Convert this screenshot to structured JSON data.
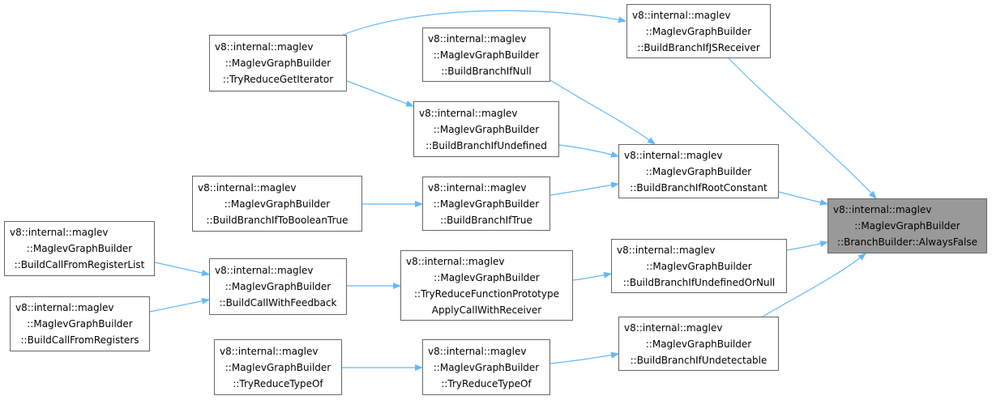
{
  "colors": {
    "edge": "#63b8ff",
    "node_border": "#666666",
    "node_fill": "#ffffff",
    "root_fill": "#999999"
  },
  "nodes": [
    {
      "id": "always_false",
      "lines": [
        "v8::internal::maglev",
        "::MaglevGraphBuilder",
        "::BranchBuilder::AlwaysFalse"
      ],
      "root": true
    },
    {
      "id": "if_js_receiver",
      "lines": [
        "v8::internal::maglev",
        "::MaglevGraphBuilder",
        "::BuildBranchIfJSReceiver"
      ]
    },
    {
      "id": "if_root_constant",
      "lines": [
        "v8::internal::maglev",
        "::MaglevGraphBuilder",
        "::BuildBranchIfRootConstant"
      ]
    },
    {
      "id": "if_undefined_or_null",
      "lines": [
        "v8::internal::maglev",
        "::MaglevGraphBuilder",
        "::BuildBranchIfUndefinedOrNull"
      ]
    },
    {
      "id": "if_undetectable",
      "lines": [
        "v8::internal::maglev",
        "::MaglevGraphBuilder",
        "::BuildBranchIfUndetectable"
      ]
    },
    {
      "id": "try_reduce_get_iterator",
      "lines": [
        "v8::internal::maglev",
        "::MaglevGraphBuilder",
        "::TryReduceGetIterator"
      ]
    },
    {
      "id": "if_null",
      "lines": [
        "v8::internal::maglev",
        "::MaglevGraphBuilder",
        "::BuildBranchIfNull"
      ]
    },
    {
      "id": "if_undefined",
      "lines": [
        "v8::internal::maglev",
        "::MaglevGraphBuilder",
        "::BuildBranchIfUndefined"
      ]
    },
    {
      "id": "if_true",
      "lines": [
        "v8::internal::maglev",
        "::MaglevGraphBuilder",
        "::BuildBranchIfTrue"
      ]
    },
    {
      "id": "if_to_boolean_true",
      "lines": [
        "v8::internal::maglev",
        "::MaglevGraphBuilder",
        "::BuildBranchIfToBooleanTrue"
      ]
    },
    {
      "id": "try_reduce_function_prototype",
      "lines": [
        "v8::internal::maglev",
        "::MaglevGraphBuilder",
        "::TryReduceFunctionPrototype",
        "ApplyCallWithReceiver"
      ]
    },
    {
      "id": "build_call_with_feedback",
      "lines": [
        "v8::internal::maglev",
        "::MaglevGraphBuilder",
        "::BuildCallWithFeedback"
      ]
    },
    {
      "id": "build_call_from_register_list",
      "lines": [
        "v8::internal::maglev",
        "::MaglevGraphBuilder",
        "::BuildCallFromRegisterList"
      ]
    },
    {
      "id": "build_call_from_registers",
      "lines": [
        "v8::internal::maglev",
        "::MaglevGraphBuilder",
        "::BuildCallFromRegisters"
      ]
    },
    {
      "id": "try_reduce_type_of_mid",
      "lines": [
        "v8::internal::maglev",
        "::MaglevGraphBuilder",
        "::TryReduceTypeOf"
      ]
    },
    {
      "id": "try_reduce_type_of_left",
      "lines": [
        "v8::internal::maglev",
        "::MaglevGraphBuilder",
        "::TryReduceTypeOf"
      ]
    }
  ],
  "edges": [
    {
      "from": "try_reduce_get_iterator",
      "to": "if_js_receiver"
    },
    {
      "from": "try_reduce_get_iterator",
      "to": "if_undefined"
    },
    {
      "from": "if_js_receiver",
      "to": "always_false"
    },
    {
      "from": "if_null",
      "to": "if_root_constant"
    },
    {
      "from": "if_undefined",
      "to": "if_root_constant"
    },
    {
      "from": "if_true",
      "to": "if_root_constant"
    },
    {
      "from": "if_root_constant",
      "to": "always_false"
    },
    {
      "from": "if_to_boolean_true",
      "to": "if_true"
    },
    {
      "from": "if_undefined_or_null",
      "to": "always_false"
    },
    {
      "from": "try_reduce_function_prototype",
      "to": "if_undefined_or_null"
    },
    {
      "from": "build_call_with_feedback",
      "to": "try_reduce_function_prototype"
    },
    {
      "from": "build_call_from_register_list",
      "to": "build_call_with_feedback"
    },
    {
      "from": "build_call_from_registers",
      "to": "build_call_with_feedback"
    },
    {
      "from": "if_undetectable",
      "to": "always_false"
    },
    {
      "from": "try_reduce_type_of_mid",
      "to": "if_undetectable"
    },
    {
      "from": "try_reduce_type_of_left",
      "to": "try_reduce_type_of_mid"
    }
  ]
}
